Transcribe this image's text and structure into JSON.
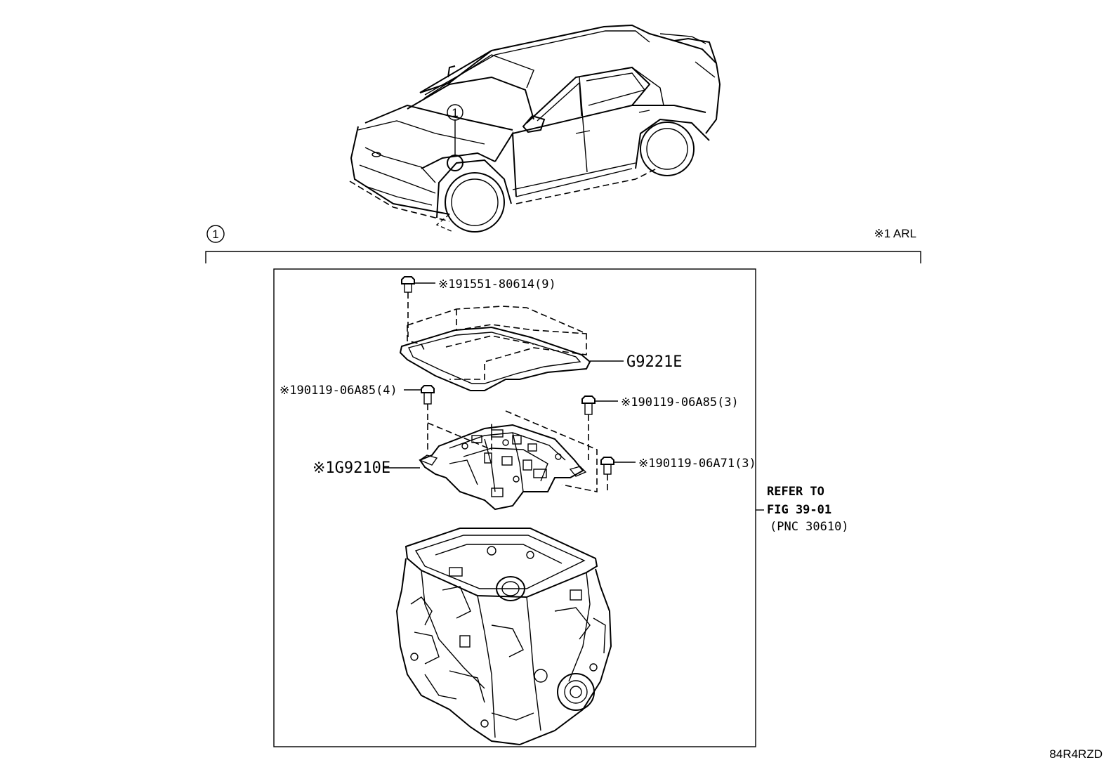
{
  "callout": {
    "number": "1",
    "note": "※1 ARL"
  },
  "parts": {
    "bolt_top": "※191551-80614(9)",
    "pan": "G9221E",
    "bolt_left": "※190119-06A85(4)",
    "bolt_right": "※190119-06A85(3)",
    "valve_body": "※1G9210E",
    "bolt_small": "※190119-06A71(3)"
  },
  "reference": {
    "line1": "REFER TO",
    "line2": "FIG 39-01",
    "line3": "(PNC 30610)"
  },
  "figure_code": "84R4RZD"
}
